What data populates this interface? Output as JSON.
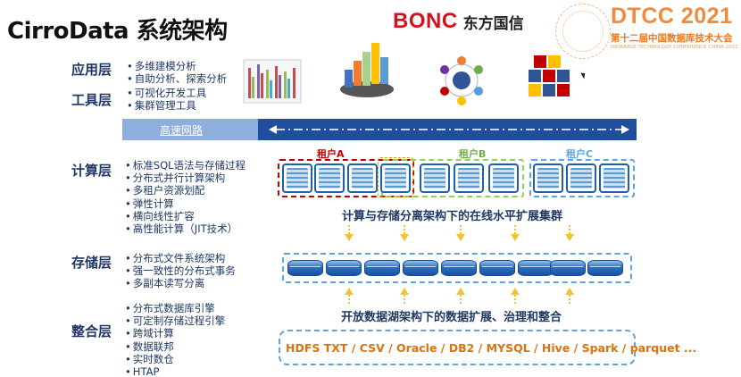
{
  "title": "CirroData 系统架构",
  "bonc": {
    "brand": "BONC",
    "name": "东方国信"
  },
  "dtcc": {
    "main": "DTCC 2021",
    "sub": "第十二届中国数据库技术大会",
    "en": "DATABASE TECHNOLOGY CONFERENCE CHINA 2021"
  },
  "layers": {
    "app": {
      "name": "应用层",
      "items": [
        "多维建模分析",
        "自助分析、探索分析"
      ]
    },
    "tool": {
      "name": "工具层",
      "items": [
        "可视化开发工具",
        "集群管理工具"
      ]
    },
    "compute": {
      "name": "计算层",
      "items": [
        "标准SQL语法与存储过程",
        "分布式并行计算架构",
        "多租户资源划配",
        "弹性计算",
        "横向线性扩容",
        "高性能计算（JIT技术）"
      ]
    },
    "storage": {
      "name": "存储层",
      "items": [
        "分布式文件系统架构",
        "强一致性的分布式事务",
        "多副本读写分离"
      ]
    },
    "integration": {
      "name": "整合层",
      "items": [
        "分布式数据库引擎",
        "可定制存储过程引擎",
        "跨域计算",
        "数据联邦",
        "实时数仓",
        "HTAP"
      ]
    }
  },
  "highway": {
    "label": "高速网路"
  },
  "tenants": [
    {
      "label": "租户A",
      "color": "#c00000"
    },
    {
      "label": "租户B",
      "color": "#70ad47"
    },
    {
      "label": "租户C",
      "color": "#5ba4e6"
    }
  ],
  "captions": {
    "compute": "计算与存储分离架构下的在线水平扩展集群",
    "lake": "开放数据湖架构下的数据扩展、治理和整合"
  },
  "sources": "HDFS TXT / CSV / Oracle / DB2 / MYSQL / Hive / Spark / parquet ..."
}
